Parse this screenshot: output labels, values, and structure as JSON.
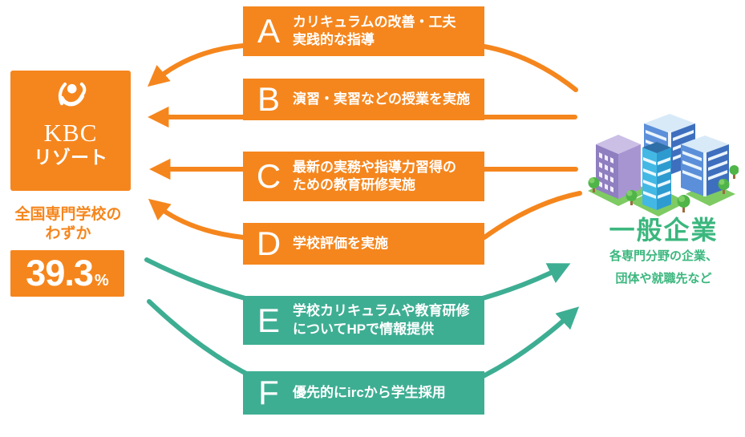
{
  "kbc": {
    "name_en": "KBC",
    "name_jp": "リゾート",
    "stat_caption_line1": "全国専門学校の",
    "stat_caption_line2": "わずか",
    "stat_value": "39.3",
    "stat_unit": "%"
  },
  "items": [
    {
      "letter": "A",
      "lines": [
        "カリキュラムの改善・工夫",
        "実践的な指導"
      ],
      "color": "orange",
      "arrow_direction": "to-school"
    },
    {
      "letter": "B",
      "lines": [
        "演習・実習などの授業を実施"
      ],
      "color": "orange",
      "arrow_direction": "to-school"
    },
    {
      "letter": "C",
      "lines": [
        "最新の実務や指導力習得の",
        "ための教育研修実施"
      ],
      "color": "orange",
      "arrow_direction": "to-school"
    },
    {
      "letter": "D",
      "lines": [
        "学校評価を実施"
      ],
      "color": "orange",
      "arrow_direction": "to-school"
    },
    {
      "letter": "E",
      "lines": [
        "学校カリキュラムや教育研修",
        "についてHPで情報提供"
      ],
      "color": "teal",
      "arrow_direction": "to-company"
    },
    {
      "letter": "F",
      "lines": [
        "優先的にircから学生採用"
      ],
      "color": "teal",
      "arrow_direction": "to-company"
    }
  ],
  "company": {
    "title": "一般企業",
    "subtitle_line1": "各専門分野の企業、",
    "subtitle_line2": "団体や就職先など"
  },
  "icons": {
    "kbc_logo": "heart-person-mark-icon",
    "company_illustration": "isometric-office-buildings-icon"
  },
  "colors": {
    "orange": "#F5861D",
    "teal": "#3EAE93",
    "green": "#3BB77E",
    "white": "#FFFFFF"
  }
}
